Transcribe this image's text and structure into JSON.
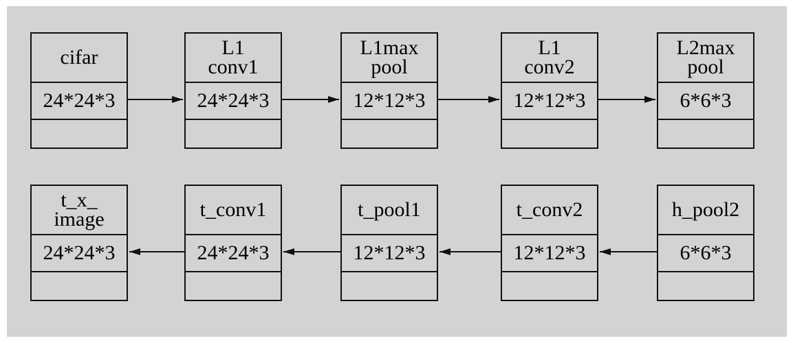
{
  "diagram": {
    "top_row": [
      {
        "name": "cifar",
        "dims": "24*24*3"
      },
      {
        "name": "L1\nconv1",
        "dims": "24*24*3"
      },
      {
        "name": "L1max\npool",
        "dims": "12*12*3"
      },
      {
        "name": "L1\nconv2",
        "dims": "12*12*3"
      },
      {
        "name": "L2max\npool",
        "dims": "6*6*3"
      }
    ],
    "bottom_row": [
      {
        "name": "t_x_\nimage",
        "dims": "24*24*3"
      },
      {
        "name": "t_conv1",
        "dims": "24*24*3"
      },
      {
        "name": "t_pool1",
        "dims": "12*12*3"
      },
      {
        "name": "t_conv2",
        "dims": "12*12*3"
      },
      {
        "name": "h_pool2",
        "dims": "6*6*3"
      }
    ],
    "colors": {
      "background": "#d3d3d3",
      "stroke": "#111111"
    }
  }
}
